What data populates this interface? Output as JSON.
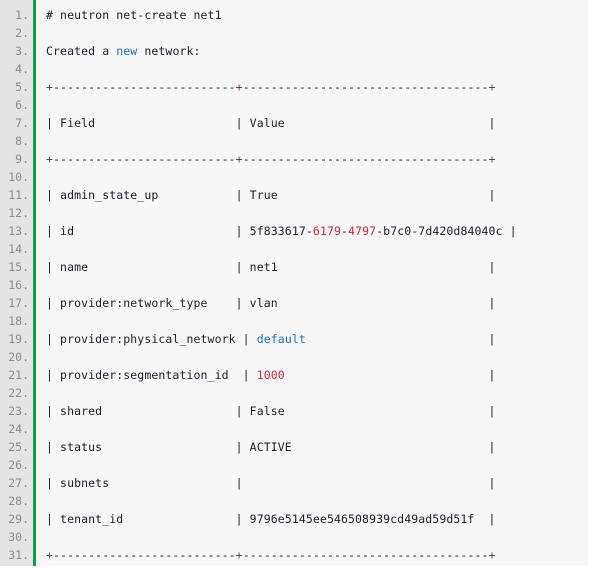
{
  "block": {
    "background_color": "#f7f7f7",
    "gutter_color": "#e4e4e4",
    "accent_bar_color": "#0aa050",
    "line_number_color": "#8a8a8a",
    "text_color": "#1b1b2b",
    "keyword_color": "#1d6fb8",
    "number_color": "#c42b3c",
    "punctuation_color": "#6b3a5b",
    "total_lines": 31
  },
  "line_numbers": [
    "1.",
    "2.",
    "3.",
    "4.",
    "5.",
    "6.",
    "7.",
    "8.",
    "9.",
    "10.",
    "11.",
    "12.",
    "13.",
    "14.",
    "15.",
    "16.",
    "17.",
    "18.",
    "19.",
    "20.",
    "21.",
    "22.",
    "23.",
    "24.",
    "25.",
    "26.",
    "27.",
    "28.",
    "29.",
    "30.",
    "31."
  ],
  "lines": [
    {
      "n": 1,
      "tokens": [
        {
          "t": "# neutron net-create net1",
          "c": "plain"
        }
      ]
    },
    {
      "n": 2,
      "tokens": []
    },
    {
      "n": 3,
      "tokens": [
        {
          "t": "Created a ",
          "c": "plain"
        },
        {
          "t": "new",
          "c": "kw"
        },
        {
          "t": " network:",
          "c": "plain"
        }
      ]
    },
    {
      "n": 4,
      "tokens": []
    },
    {
      "n": 5,
      "tokens": [
        {
          "t": "+",
          "c": "pun"
        },
        {
          "t": "--------------------------",
          "c": "plain"
        },
        {
          "t": "+",
          "c": "pun"
        },
        {
          "t": "-----------------------------------",
          "c": "plain"
        },
        {
          "t": "+",
          "c": "pun"
        }
      ]
    },
    {
      "n": 6,
      "tokens": []
    },
    {
      "n": 7,
      "tokens": [
        {
          "t": "| Field                    | Value                             |",
          "c": "plain"
        }
      ]
    },
    {
      "n": 8,
      "tokens": []
    },
    {
      "n": 9,
      "tokens": [
        {
          "t": "+",
          "c": "pun"
        },
        {
          "t": "--------------------------",
          "c": "plain"
        },
        {
          "t": "+",
          "c": "pun"
        },
        {
          "t": "-----------------------------------",
          "c": "plain"
        },
        {
          "t": "+",
          "c": "pun"
        }
      ]
    },
    {
      "n": 10,
      "tokens": []
    },
    {
      "n": 11,
      "tokens": [
        {
          "t": "| admin_state_up           | True                              |",
          "c": "plain"
        }
      ]
    },
    {
      "n": 12,
      "tokens": []
    },
    {
      "n": 13,
      "tokens": [
        {
          "t": "| id                       | 5f833617-",
          "c": "plain"
        },
        {
          "t": "6179",
          "c": "num"
        },
        {
          "t": "-",
          "c": "plain"
        },
        {
          "t": "4797",
          "c": "num"
        },
        {
          "t": "-b7c0-7d420d84040c ",
          "c": "plain"
        },
        {
          "t": "|",
          "c": "plain"
        }
      ]
    },
    {
      "n": 14,
      "tokens": []
    },
    {
      "n": 15,
      "tokens": [
        {
          "t": "| name                     | net1                              |",
          "c": "plain"
        }
      ]
    },
    {
      "n": 16,
      "tokens": []
    },
    {
      "n": 17,
      "tokens": [
        {
          "t": "| provider:network_type    | vlan                              |",
          "c": "plain"
        }
      ]
    },
    {
      "n": 18,
      "tokens": []
    },
    {
      "n": 19,
      "tokens": [
        {
          "t": "| provider:physical_network | ",
          "c": "plain"
        },
        {
          "t": "default",
          "c": "kw"
        },
        {
          "t": "                          |",
          "c": "plain"
        }
      ]
    },
    {
      "n": 20,
      "tokens": []
    },
    {
      "n": 21,
      "tokens": [
        {
          "t": "| provider:segmentation_id  | ",
          "c": "plain"
        },
        {
          "t": "1000",
          "c": "num"
        },
        {
          "t": "                             |",
          "c": "plain"
        }
      ]
    },
    {
      "n": 22,
      "tokens": []
    },
    {
      "n": 23,
      "tokens": [
        {
          "t": "| shared                   | False                             |",
          "c": "plain"
        }
      ]
    },
    {
      "n": 24,
      "tokens": []
    },
    {
      "n": 25,
      "tokens": [
        {
          "t": "| status                   | ACTIVE                            |",
          "c": "plain"
        }
      ]
    },
    {
      "n": 26,
      "tokens": []
    },
    {
      "n": 27,
      "tokens": [
        {
          "t": "| subnets                  |                                   |",
          "c": "plain"
        }
      ]
    },
    {
      "n": 28,
      "tokens": []
    },
    {
      "n": 29,
      "tokens": [
        {
          "t": "| tenant_id                | 9796e5145ee546508939cd49ad59d51f  |",
          "c": "plain"
        }
      ]
    },
    {
      "n": 30,
      "tokens": []
    },
    {
      "n": 31,
      "tokens": [
        {
          "t": "+",
          "c": "pun"
        },
        {
          "t": "--------------------------",
          "c": "plain"
        },
        {
          "t": "+",
          "c": "pun"
        },
        {
          "t": "-----------------------------------",
          "c": "plain"
        },
        {
          "t": "+",
          "c": "pun"
        }
      ]
    }
  ],
  "command": {
    "prompt": "#",
    "text": "neutron net-create net1"
  },
  "result_message": "Created a new network:",
  "table": {
    "headers": [
      "Field",
      "Value"
    ],
    "rows": [
      {
        "field": "admin_state_up",
        "value": "True"
      },
      {
        "field": "id",
        "value": "5f833617-6179-4797-b7c0-7d420d84040c"
      },
      {
        "field": "name",
        "value": "net1"
      },
      {
        "field": "provider:network_type",
        "value": "vlan"
      },
      {
        "field": "provider:physical_network",
        "value": "default"
      },
      {
        "field": "provider:segmentation_id",
        "value": "1000"
      },
      {
        "field": "shared",
        "value": "False"
      },
      {
        "field": "status",
        "value": "ACTIVE"
      },
      {
        "field": "subnets",
        "value": ""
      },
      {
        "field": "tenant_id",
        "value": "9796e5145ee546508939cd49ad59d51f"
      }
    ]
  }
}
